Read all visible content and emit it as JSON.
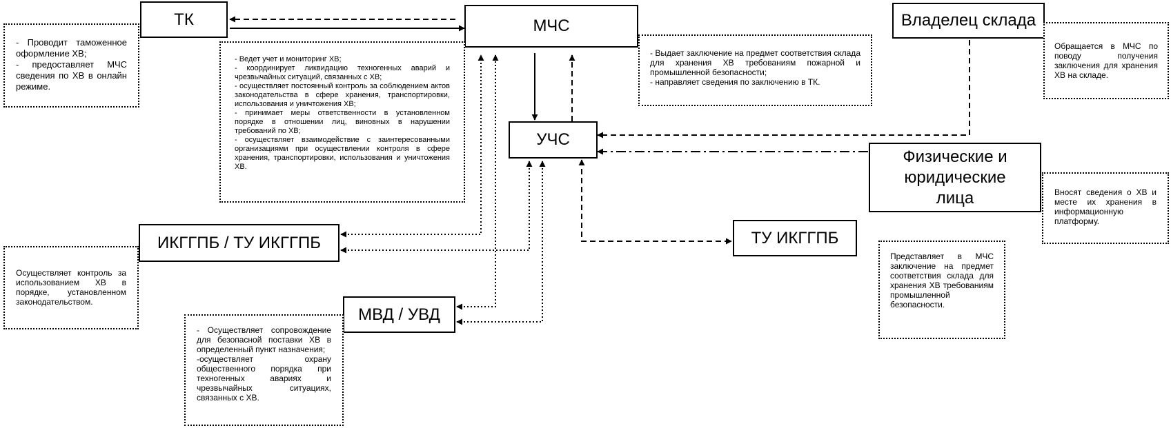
{
  "nodes": {
    "tk": "ТК",
    "mchs": "МЧС",
    "owner": "Владелец склада",
    "uchs": "УЧС",
    "persons": "Физические и юридические лица",
    "ikggpb": "ИКГГПБ / ТУ ИКГГПБ",
    "tu_ikggpb": "ТУ ИКГГПБ",
    "mvd": "МВД / УВД"
  },
  "notes": {
    "tk": [
      "- Проводит таможенное оформление ХВ;",
      "- предоставляет МЧС сведения по ХВ в онлайн режиме."
    ],
    "mchs_duties": [
      "- Ведет учет и мониторинг ХВ;",
      "- координирует ликвидацию техногенных аварий и чрезвычайных ситуаций, связанных с ХВ;",
      "- осуществляет постоянный контроль за соблюдением актов законодательства в сфере хранения, транспортировки, использования и уничтожения ХВ;",
      "- принимает меры ответственности в установленном порядке в отношении лиц, виновных в нарушении требований по ХВ;",
      "- осуществляет взаимодействие с заинтересованными организациями при осуществлении контроля в сфере хранения, транспортировки, использования и уничтожения ХВ."
    ],
    "mchs_conclusion": [
      "- Выдает заключение на предмет соответствия склада для хранения ХВ требованиям пожарной и промышленной безопасности;",
      "- направляет сведения по заключению в ТК."
    ],
    "owner": "Обращается в МЧС по поводу получения заключения для хранения ХВ на складе.",
    "persons": "Вносят сведения о ХВ и месте их хранения в информационную платформу.",
    "ikggpb": "Осуществляет контроль за использованием ХВ в порядке, установленном законодательством.",
    "tu_ikggpb": "Представляет в МЧС заключение на предмет соответствия склада для хранения ХВ требованиям промышленной безопасности.",
    "mvd": [
      "- Осуществляет сопровождение для безопасной поставки ХВ в определенный пункт назначения;",
      "-осуществляет охрану общественного порядка при техногенных авариях и чрезвычайных ситуациях, связанных с ХВ."
    ]
  }
}
